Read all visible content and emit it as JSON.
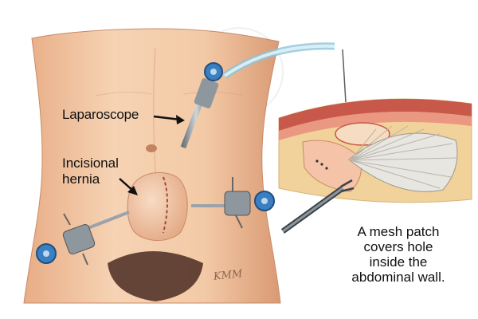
{
  "labels": {
    "laparoscope": "Laparoscope",
    "hernia_line1": "Incisional",
    "hernia_line2": "hernia"
  },
  "caption": {
    "line1": "A mesh patch",
    "line2": "covers hole",
    "line3": "inside the",
    "line4": "abdominal wall."
  },
  "signature": "KMM",
  "colors": {
    "skin": "#f3c9a6",
    "skin_shadow": "#e2a882",
    "tissue_red": "#c8584a",
    "fat_yellow": "#f1d29a",
    "mesh": "#e8e6e0",
    "trocar_blue": "#3a7fc1",
    "instrument_gray": "#9aa3ab"
  }
}
